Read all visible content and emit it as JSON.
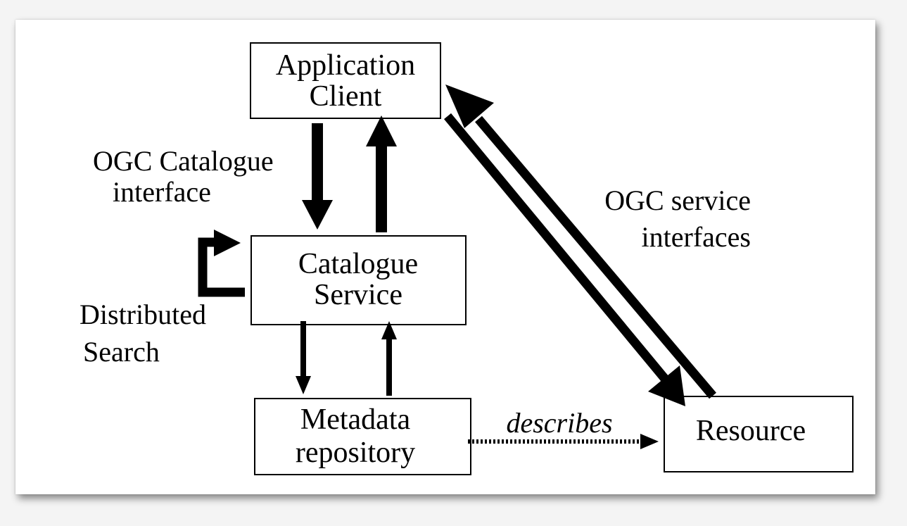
{
  "nodes": {
    "application_client": [
      "Application",
      "Client"
    ],
    "catalogue_service": [
      "Catalogue",
      "Service"
    ],
    "metadata_repository": [
      "Metadata",
      "repository"
    ],
    "resource": [
      "Resource"
    ]
  },
  "labels": {
    "ogc_catalogue_interface": [
      "OGC Catalogue",
      "interface"
    ],
    "ogc_service_interfaces": [
      "OGC service",
      "interfaces"
    ],
    "distributed_search": [
      "Distributed",
      "Search"
    ],
    "describes": "describes"
  },
  "colors": {
    "line": "#000000",
    "box_fill": "#ffffff",
    "background": "#f4f4f4"
  }
}
